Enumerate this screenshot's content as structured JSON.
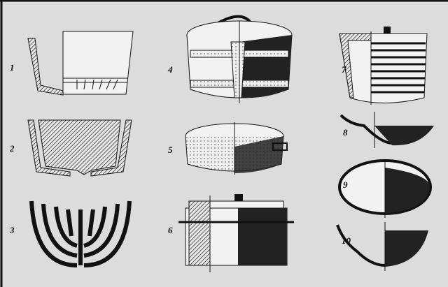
{
  "figure": {
    "labels": [
      "1",
      "2",
      "3",
      "4",
      "5",
      "6",
      "7",
      "8",
      "9",
      "10"
    ]
  },
  "colors": {
    "paper": "#dcdcdc",
    "ink": "#111111",
    "hatch": "#555555"
  }
}
